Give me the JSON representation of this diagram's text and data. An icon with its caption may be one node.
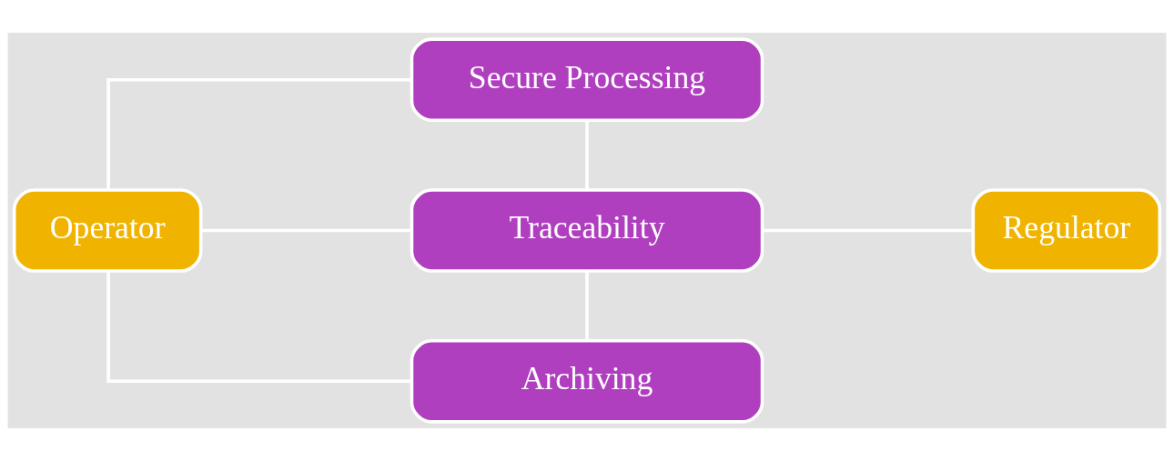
{
  "diagram": {
    "nodes": [
      {
        "text": [
          "Operator"
        ]
      },
      {
        "text": [
          "Secure Processing"
        ]
      },
      {
        "text": [
          "Traceability"
        ]
      },
      {
        "text": [
          "Archiving"
        ]
      },
      {
        "text": [
          "Regulator"
        ]
      }
    ],
    "edges": [
      {
        "from": 0,
        "to": 1,
        "arrow": "none"
      },
      {
        "from": 0,
        "to": 2,
        "arrow": "none"
      },
      {
        "from": 0,
        "to": 3,
        "arrow": "none"
      },
      {
        "from": 1,
        "to": 2,
        "arrow": "none"
      },
      {
        "from": 2,
        "to": 3,
        "arrow": "none"
      },
      {
        "from": 2,
        "to": 4,
        "arrow": "none"
      }
    ]
  }
}
